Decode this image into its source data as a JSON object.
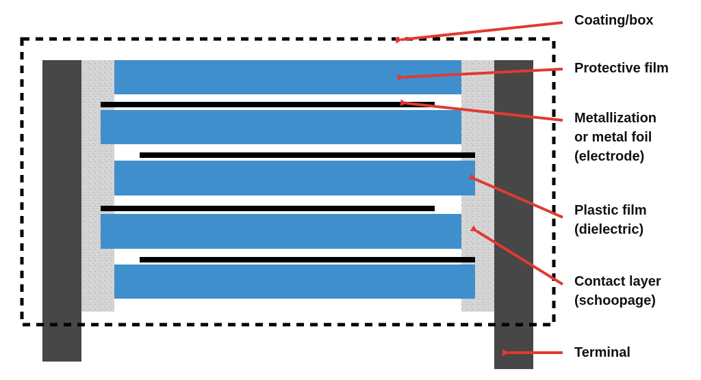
{
  "colors": {
    "film": "#3f8fcd",
    "terminal": "#474747",
    "contact_layer": "#d8d8d8",
    "electrode": "#000000",
    "arrow": "#e03a32",
    "coating_border": "#000000"
  },
  "labels": {
    "coating": "Coating/box",
    "protective_film": "Protective film",
    "electrode_line1": "Metallization",
    "electrode_line2": "or metal foil",
    "electrode_line3": "(electrode)",
    "plastic_line1": "Plastic film",
    "plastic_line2": "(dielectric)",
    "contact_line1": "Contact layer",
    "contact_line2": "(schoopage)",
    "terminal": "Terminal"
  }
}
